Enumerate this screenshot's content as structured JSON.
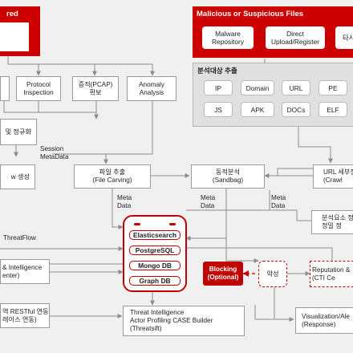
{
  "top_left_panel": {
    "title": "red"
  },
  "malicious_panel": {
    "title": "Malicious or Suspicious Files",
    "items": [
      {
        "line1": "Malware",
        "line2": "Repository"
      },
      {
        "line1": "Direct",
        "line2": "Upload/Register"
      },
      {
        "line1": "타사",
        "line2": ""
      }
    ]
  },
  "collect_row": {
    "partial": {
      "line1": "",
      "line2": ""
    },
    "protocol": {
      "line1": "Protocol",
      "line2": "Inspection"
    },
    "pcap": {
      "line1": "증적(PCAP)",
      "line2": "확보"
    },
    "anomaly": {
      "line1": "Anomaly",
      "line2": "Analysis"
    }
  },
  "normalize": {
    "label": "및 정규화"
  },
  "session_label": {
    "line1": "Session",
    "line2": "MetaData"
  },
  "flow_create": {
    "label": "w 생성"
  },
  "file_carving": {
    "line1": "파일 추출",
    "line2": "(File Carving)"
  },
  "sandbag": {
    "line1": "동적분석",
    "line2": "(Sandbag)"
  },
  "crawl": {
    "line1": "URL 세부정",
    "line2": "(Crawl"
  },
  "analysis_targets": {
    "title": "분석대상 추출",
    "row1": [
      "IP",
      "Domain",
      "URL",
      "PE"
    ],
    "row2": [
      "JS",
      "APK",
      "DOCs",
      "ELF"
    ]
  },
  "meta_labels": {
    "a": {
      "line1": "Meta",
      "line2": "Data"
    },
    "b": {
      "line1": "Meta",
      "line2": "Data"
    },
    "c": {
      "line1": "Meta",
      "line2": "Data"
    }
  },
  "threatflow": {
    "label": "ThreatFlow"
  },
  "db_stack": {
    "rows": [
      "Elasticsearch",
      "PostgreSQL",
      "Mongo DB",
      "Graph DB"
    ]
  },
  "threat_intel_center": {
    "line1": "& Intelligence",
    "line2": "enter)"
  },
  "blocking": {
    "line1": "Blocking",
    "line2": "(Optional)"
  },
  "malicious_node": {
    "label": "악성"
  },
  "reputation": {
    "line1": "Reputation &",
    "line2": "(CTI Ce"
  },
  "analysis_req": {
    "line1": "분석요소 정",
    "line2": "정밀 정"
  },
  "restful": {
    "line1": "역 RESTful 연동",
    "line2": "레이스 연동)"
  },
  "threatsift": {
    "line1": "Threat Intelligence",
    "line2": "Actor Profiling CASE Builder",
    "line3": "(Threatsift)"
  },
  "visualization": {
    "line1": "Visualization/Ale",
    "line2": "(Response)"
  },
  "colors": {
    "accent": "#cc0000",
    "background": "#f0f0f0",
    "line": "#8c8c8c"
  }
}
